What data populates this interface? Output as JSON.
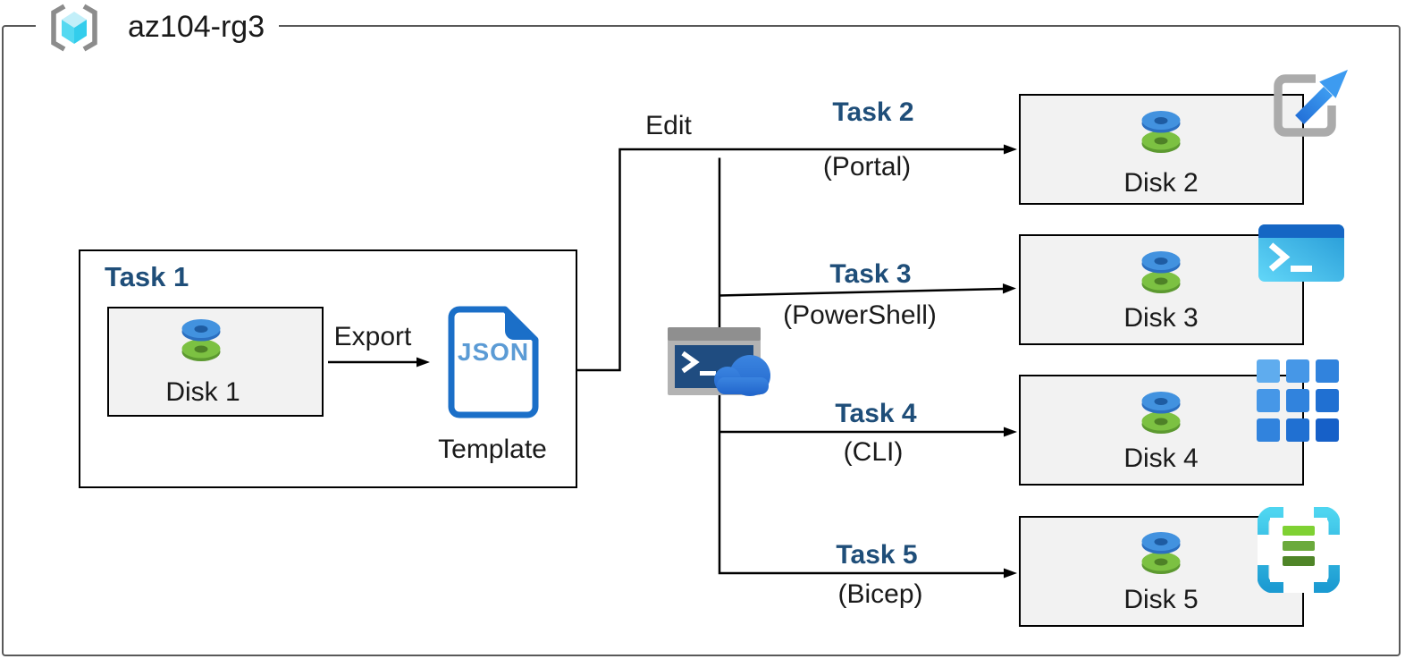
{
  "resource_group": {
    "name": "az104-rg3"
  },
  "task1": {
    "title": "Task 1",
    "disk": "Disk 1",
    "export_label": "Export",
    "json_text": "JSON",
    "template_label": "Template"
  },
  "edit_label": "Edit",
  "tasks": [
    {
      "title": "Task 2",
      "method": "(Portal)",
      "disk": "Disk 2",
      "icon": "portal-launch-icon"
    },
    {
      "title": "Task 3",
      "method": "(PowerShell)",
      "disk": "Disk 3",
      "icon": "powershell-icon"
    },
    {
      "title": "Task 4",
      "method": "(CLI)",
      "disk": "Disk 4",
      "icon": "cli-grid-icon"
    },
    {
      "title": "Task 5",
      "method": "(Bicep)",
      "disk": "Disk 5",
      "icon": "bicep-template-icon"
    }
  ],
  "icons": {
    "resource_group": "resource-group-icon",
    "disk": "managed-disk-icon",
    "json_document": "json-template-icon",
    "cloud_shell": "cloud-shell-icon"
  },
  "colors": {
    "task_title": "#1F4E79",
    "frame_border": "#595959",
    "box_fill": "#F2F2F2",
    "line": "#000000",
    "json_blue": "#1B6FC8",
    "json_text_blue": "#5B9BD5",
    "disk_blue": "#4292DF",
    "disk_green": "#7CC142",
    "cloud_blue": "#2E74D6",
    "cyan": "#2FB9E2"
  }
}
